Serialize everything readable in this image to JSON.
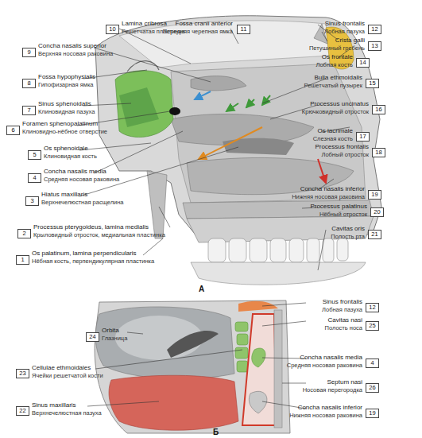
{
  "diagram": {
    "labels": [
      "Concha nasalis superior",
      "Верхняя носовая раковина",
      "9",
      "Fossa hypophysialis",
      "Гипофизарная ямка",
      "8",
      "Sinus sphenoidalis",
      "Клиновидная пазуха",
      "7",
      "Foramen sphenopalatinum",
      "Клиновидно-нёбное отверстие",
      "6",
      "Os sphenoidale",
      "Клиновидная кость",
      "5",
      "Concha nasalis media",
      "Средняя носовая раковина",
      "4",
      "Hiatus maxillaris",
      "Верхнечелюстная расщелина",
      "3",
      "Processus pterygoideus, lamina medialis",
      "Крыловидный отросток, медиальная пластинка",
      "2",
      "Os palatinum, lamina perpendicularis",
      "Нёбная кость, перпендикулярная пластинка",
      "1",
      "Lamina cribrosa",
      "Решетчатая пластинка",
      "10",
      "Fossa cranii anterior",
      "Передняя черепная ямка",
      "11",
      "Sinus frontalis",
      "Лобная пазуха",
      "12",
      "Crista galli",
      "Петушиный гребень",
      "13",
      "Os frontale",
      "Лобная кость",
      "14",
      "Bulla ethmoidalis",
      "Решетчатый пузырек",
      "15",
      "Processus uncinatus",
      "Крючковидный отросток",
      "16",
      "Os lacrimale",
      "Слезная кость",
      "17",
      "Processus frontalis",
      "Лобный отросток",
      "18",
      "Concha nasalis inferior",
      "Нижняя носовая раковина",
      "19",
      "Processus palatinus",
      "Нёбный отросток",
      "20",
      "Cavitas oris",
      "Полость рта",
      "21",
      "А",
      "Sinus frontalis",
      "Лобная пазуха",
      "12",
      "Orbita",
      "Глазница",
      "24",
      "Cavitas nasi",
      "Полость носа",
      "25",
      "Cellulae ethmoidales",
      "Ячейки решетчатой кости",
      "23",
      "Concha nasalis media",
      "Средняя носовая раковина",
      "4",
      "Septum nasi",
      "Носовая перегородка",
      "26",
      "Sinus maxillaris",
      "Верхнечелюстная пазуха",
      "22",
      "Concha nasalis inferior",
      "Нижняя носовая раковина",
      "19",
      "Б"
    ]
  }
}
